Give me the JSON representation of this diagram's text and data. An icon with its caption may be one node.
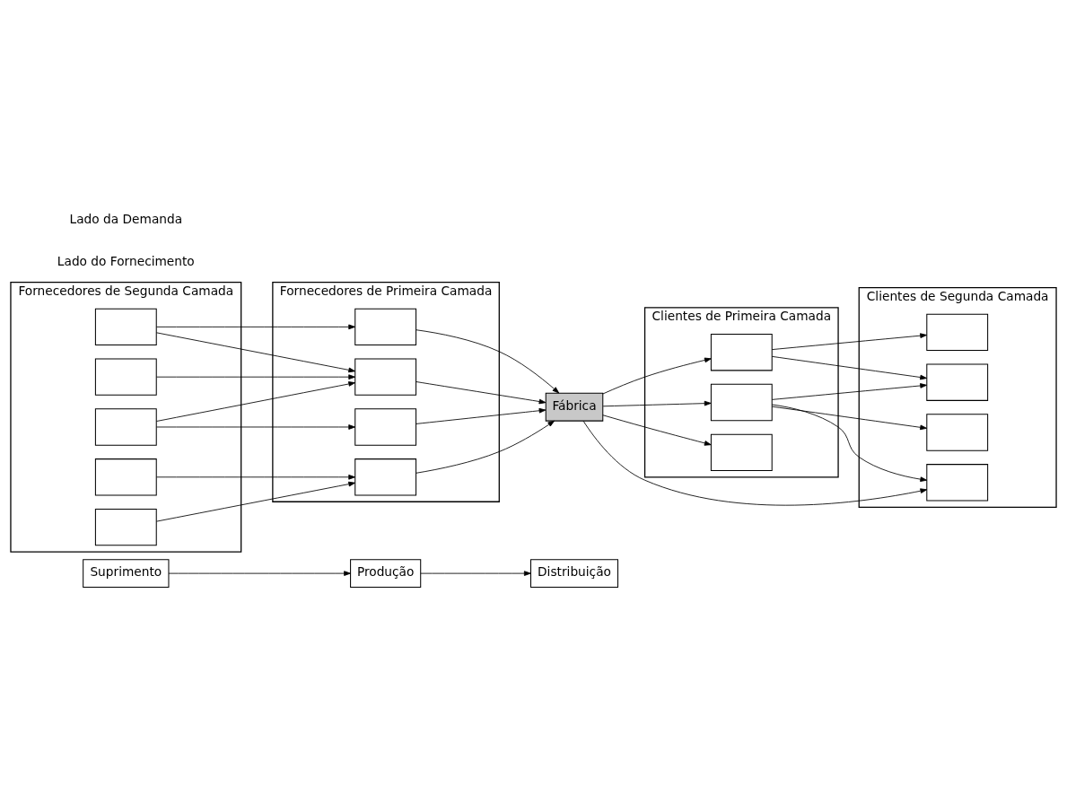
{
  "diagram": {
    "nodes": [
      {
        "text": [
          "Suprimento"
        ]
      },
      {
        "text": [
          "Produção"
        ]
      },
      {
        "text": [
          "Distribuição"
        ]
      },
      {
        "text": [
          "Fornecedores de Segunda Camada"
        ]
      },
      {
        "text": [
          "Fornecedores de Primeira Camada"
        ]
      },
      {
        "text": [],
        "shape": "box",
        "in": 3
      },
      {
        "text": [],
        "shape": "box",
        "in": 3
      },
      {
        "text": [],
        "shape": "box",
        "in": 3
      },
      {
        "text": [],
        "shape": "box",
        "in": 3
      },
      {
        "text": [],
        "shape": "box",
        "in": 3
      },
      {
        "text": [],
        "shape": "box",
        "in": 4
      },
      {
        "text": [],
        "shape": "box",
        "in": 4
      },
      {
        "text": [],
        "shape": "box",
        "in": 4
      },
      {
        "text": [],
        "shape": "box",
        "in": 4
      },
      {
        "text": [
          "Fábrica"
        ]
      },
      {
        "text": [
          "Clientes de Primeira Camada"
        ]
      },
      {
        "text": [
          "Clientes de Segunda Camada"
        ]
      },
      {
        "text": [],
        "shape": "box",
        "in": 15
      },
      {
        "text": [],
        "shape": "box",
        "in": 15
      },
      {
        "text": [],
        "shape": "box",
        "in": 15
      },
      {
        "text": [],
        "shape": "box",
        "in": 16
      },
      {
        "text": [],
        "shape": "box",
        "in": 16
      },
      {
        "text": [],
        "shape": "box",
        "in": 16
      },
      {
        "text": [],
        "shape": "box",
        "in": 16
      }
    ],
    "edges": [
      {
        "from": 0,
        "to": 1,
        "arrow": "to"
      },
      {
        "from": 1,
        "to": 2,
        "arrow": "to"
      },
      {
        "from": 5,
        "to": 10,
        "arrow": "to"
      },
      {
        "from": 5,
        "to": 11,
        "arrow": "to"
      },
      {
        "from": 6,
        "to": 11,
        "arrow": "to"
      },
      {
        "from": 7,
        "to": 11,
        "arrow": "to"
      },
      {
        "from": 7,
        "to": 12,
        "arrow": "to"
      },
      {
        "from": 8,
        "to": 13,
        "arrow": "to"
      },
      {
        "from": 9,
        "to": 13,
        "arrow": "to"
      },
      {
        "from": 10,
        "to": 14,
        "arrow": "to"
      },
      {
        "from": 11,
        "to": 14,
        "arrow": "to"
      },
      {
        "from": 12,
        "to": 14,
        "arrow": "to"
      },
      {
        "from": 13,
        "to": 14,
        "arrow": "to"
      },
      {
        "from": 14,
        "to": 17,
        "arrow": "to"
      },
      {
        "from": 14,
        "to": 18,
        "arrow": "to"
      },
      {
        "from": 14,
        "to": 19,
        "arrow": "to"
      },
      {
        "from": 14,
        "to": 23,
        "arrow": "to"
      },
      {
        "from": 17,
        "to": 20,
        "arrow": "to"
      },
      {
        "from": 17,
        "to": 21,
        "arrow": "to"
      },
      {
        "from": 18,
        "to": 21,
        "arrow": "to"
      },
      {
        "from": 18,
        "to": 22,
        "arrow": "to"
      },
      {
        "from": 18,
        "to": 23,
        "arrow": "to"
      }
    ],
    "labels": [
      "Lado do Fornecimento",
      "Lado da Demanda"
    ]
  }
}
